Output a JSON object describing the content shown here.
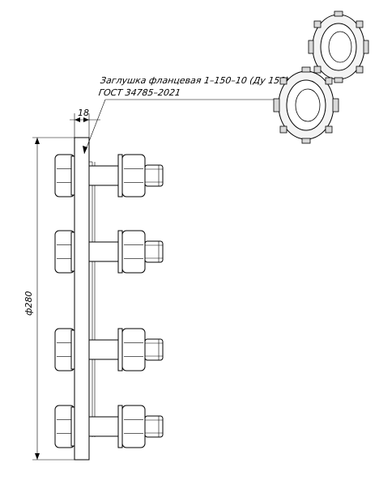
{
  "drawing": {
    "callout_line1": "Заглушка фланцевая 1–150–10 (Ду 150)",
    "callout_line2": "ГОСТ 34785–2021",
    "dim_thickness": "18",
    "dim_diameter": "ф280"
  },
  "icons": {
    "flange_3d": "flange-assembly-icon"
  }
}
